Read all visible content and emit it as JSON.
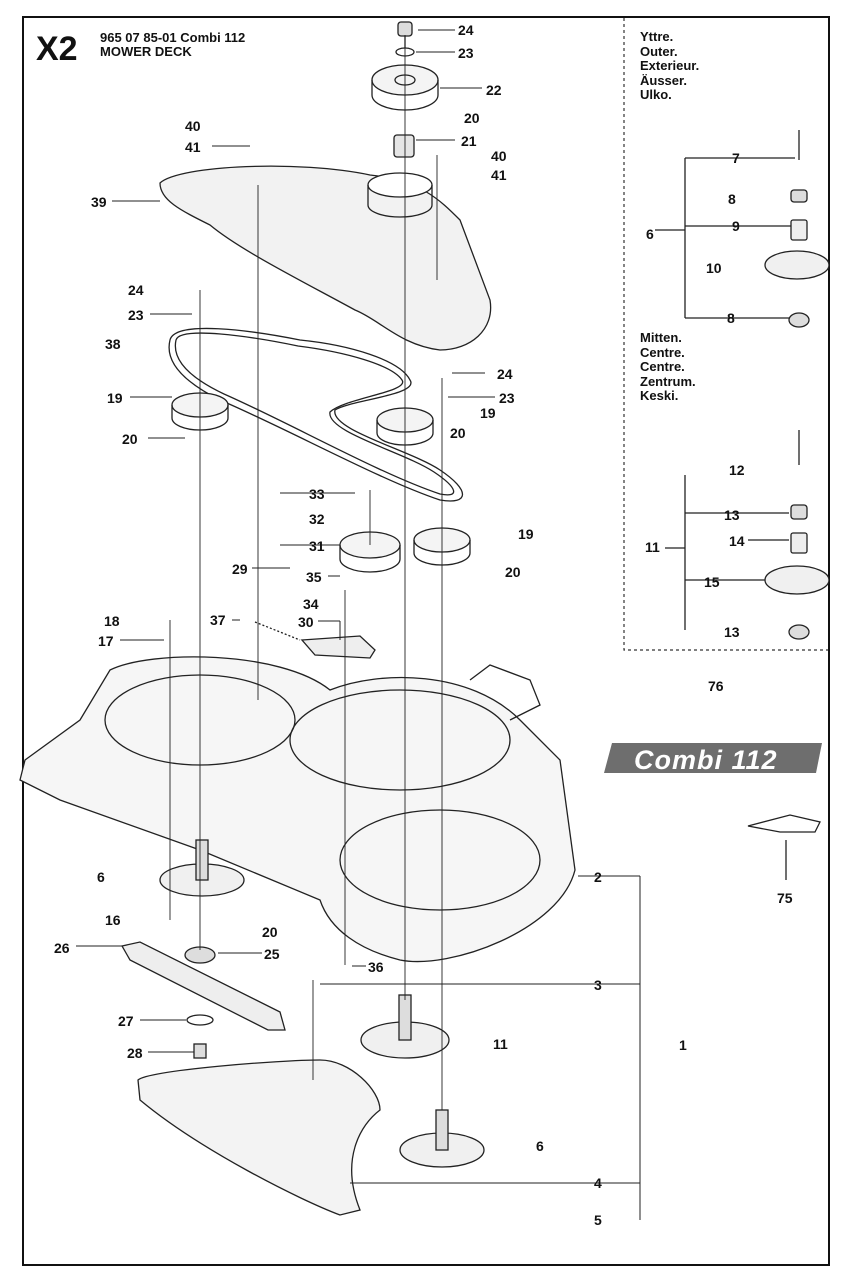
{
  "header": {
    "code": "X2",
    "line1": "965 07 85-01 Combi 112",
    "line2": "MOWER DECK"
  },
  "inset": {
    "outer_labels": [
      "Yttre.",
      "Outer.",
      "Exterieur.",
      "Äusser.",
      "Ulko."
    ],
    "centre_labels": [
      "Mitten.",
      "Centre.",
      "Centre.",
      "Zentrum.",
      "Keski."
    ]
  },
  "badge": {
    "text": "Combi 112",
    "color": "#6e6e6e"
  },
  "callouts": {
    "c24a": "24",
    "c23a": "23",
    "c22": "22",
    "c20a": "20",
    "c21": "21",
    "c40a": "40",
    "c41a": "41",
    "c40b": "40",
    "c41b": "41",
    "c39": "39",
    "c24b": "24",
    "c23b": "23",
    "c38": "38",
    "c24c": "24",
    "c19a": "19",
    "c23c": "23",
    "c19b": "19",
    "c20b": "20",
    "c20c": "20",
    "c33": "33",
    "c32": "32",
    "c19c": "19",
    "c31": "31",
    "c29": "29",
    "c20d": "20",
    "c35": "35",
    "c34": "34",
    "c18": "18",
    "c37": "37",
    "c30": "30",
    "c17": "17",
    "c76": "76",
    "c6a": "6",
    "c2": "2",
    "c16": "16",
    "c20e": "20",
    "c75": "75",
    "c26": "26",
    "c25": "25",
    "c36": "36",
    "c3": "3",
    "c27": "27",
    "c11a": "11",
    "c1": "1",
    "c28": "28",
    "c6b": "6",
    "c4": "4",
    "c5": "5",
    "i7": "7",
    "i8a": "8",
    "i6": "6",
    "i9": "9",
    "i10": "10",
    "i8b": "8",
    "i12": "12",
    "i13a": "13",
    "i11": "11",
    "i14": "14",
    "i15": "15",
    "i13b": "13"
  }
}
